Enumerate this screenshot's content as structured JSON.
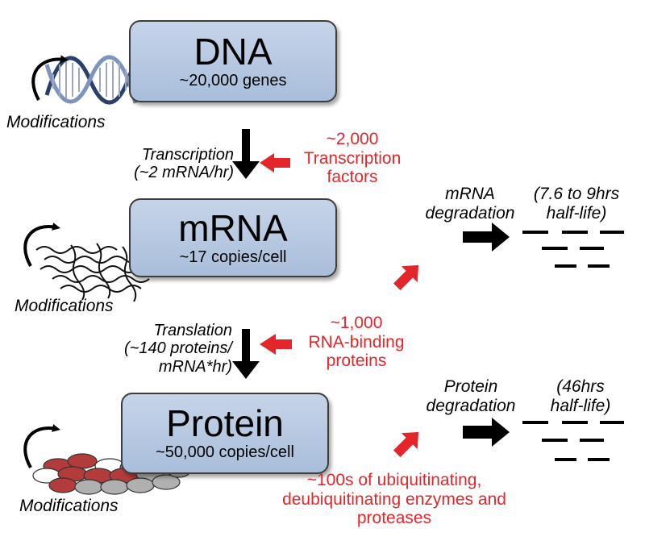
{
  "nodes": {
    "dna": {
      "title": "DNA",
      "subtitle": "~20,000 genes"
    },
    "mrna": {
      "title": "mRNA",
      "subtitle": "~17 copies/cell"
    },
    "protein": {
      "title": "Protein",
      "subtitle": "~50,000 copies/cell"
    }
  },
  "modifications_label": "Modifications",
  "transcription": {
    "line1": "Transcription",
    "line2": "(~2 mRNA/hr)",
    "regulator_line1": "~2,000",
    "regulator_line2": "Transcription",
    "regulator_line3": "factors"
  },
  "translation": {
    "line1": "Translation",
    "line2": "(~140 proteins/",
    "line3": "mRNA*hr)",
    "regulator_line1": "~1,000",
    "regulator_line2": "RNA-binding",
    "regulator_line3": "proteins"
  },
  "mrna_degradation": {
    "line1": "mRNA",
    "line2": "degradation",
    "halflife_line1": "(7.6 to 9hrs",
    "halflife_line2": "half-life)"
  },
  "protein_degradation": {
    "line1": "Protein",
    "line2": "degradation",
    "halflife_line1": "(46hrs",
    "halflife_line2": "half-life)"
  },
  "protein_regulators": {
    "line1": "~100s of ubiquitinating,",
    "line2": "deubiquitinating enzymes and",
    "line3": "proteases"
  },
  "colors": {
    "box_fill": "#b6c7e0",
    "regulator_red": "#e4262a",
    "arrow_black": "#000000"
  }
}
